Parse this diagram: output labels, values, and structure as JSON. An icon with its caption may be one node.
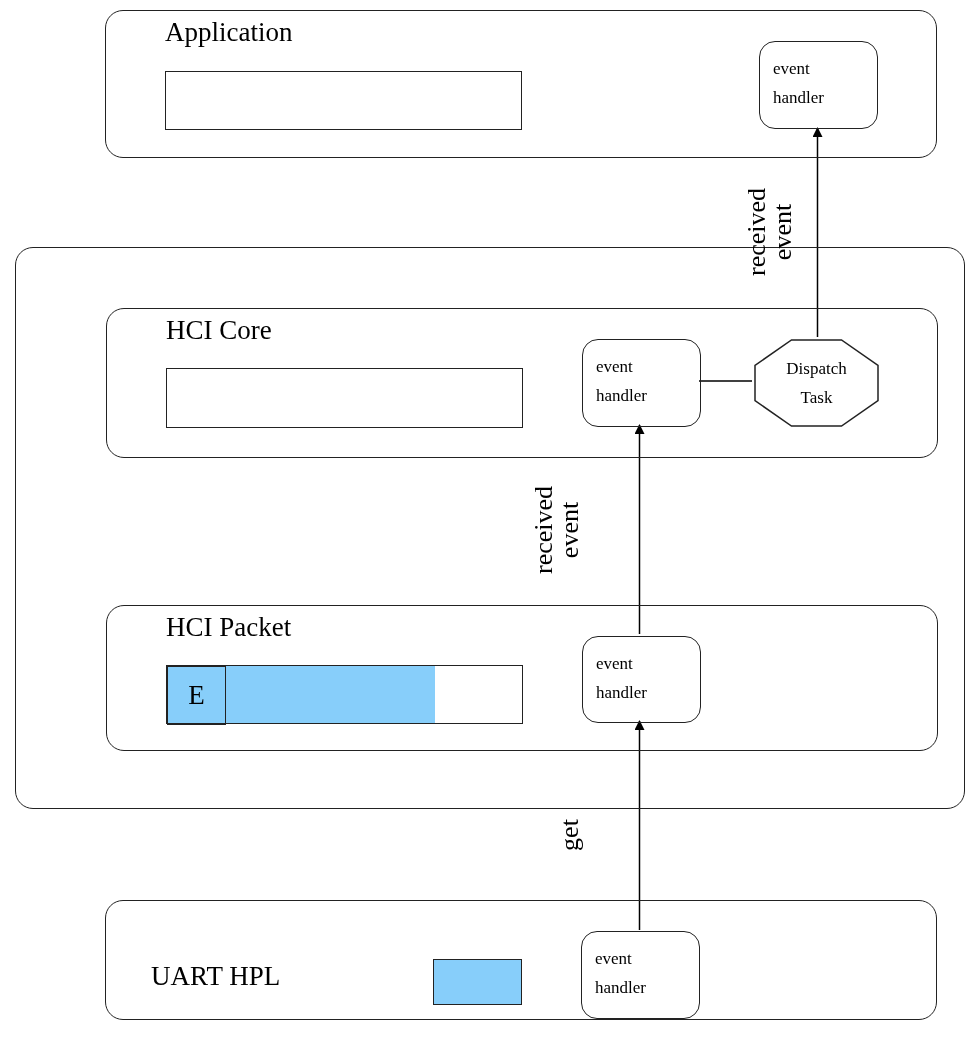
{
  "diagram": {
    "nodes": [
      {
        "text": [
          "Application"
        ]
      },
      {
        "text": [],
        "shape": "box",
        "in": 0
      },
      {
        "text": [
          "event handler"
        ],
        "in": 0
      },
      {
        "text": [],
        "shape": "box"
      },
      {
        "text": [
          "HCI Core"
        ],
        "in": 3
      },
      {
        "text": [],
        "shape": "box",
        "in": 4
      },
      {
        "text": [
          "event handler"
        ],
        "in": 4
      },
      {
        "text": [
          "Dispatch Task"
        ],
        "in": 4
      },
      {
        "text": [
          "HCI Packet"
        ],
        "in": 3
      },
      {
        "text": [],
        "shape": "bar",
        "in": 8
      },
      {
        "text": [
          "E"
        ],
        "in": 9
      },
      {
        "text": [
          "event handler"
        ],
        "in": 8
      },
      {
        "text": [
          "UART HPL"
        ]
      },
      {
        "text": [],
        "shape": "bar",
        "in": 12
      },
      {
        "text": [
          "event handler"
        ],
        "in": 12
      }
    ],
    "edges": [
      {
        "from": 14,
        "to": 11,
        "arrow": "to",
        "label": "get"
      },
      {
        "from": 11,
        "to": 6,
        "arrow": "to",
        "label": "received event"
      },
      {
        "from": 6,
        "to": 7,
        "arrow": "none"
      },
      {
        "from": 7,
        "to": 2,
        "arrow": "to",
        "label": "received event"
      }
    ]
  }
}
